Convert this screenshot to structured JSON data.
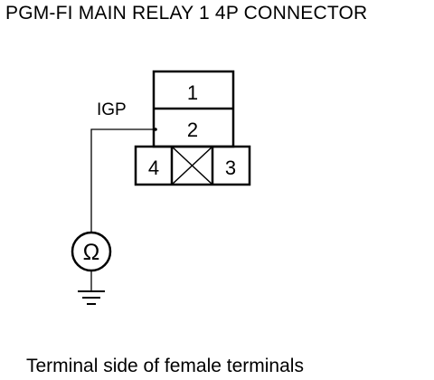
{
  "title": "PGM-FI MAIN RELAY 1 4P CONNECTOR",
  "connector": {
    "terminals": [
      {
        "number": "1"
      },
      {
        "number": "2",
        "wire": "IGP"
      },
      {
        "number": "3"
      },
      {
        "number": "4"
      }
    ],
    "unused_position": "X"
  },
  "meter": {
    "symbol": "Ω",
    "icon": "ohmmeter-icon"
  },
  "ground": {
    "icon": "ground-icon"
  },
  "caption": "Terminal side of female terminals",
  "colors": {
    "line": "#000000",
    "background": "#ffffff"
  }
}
